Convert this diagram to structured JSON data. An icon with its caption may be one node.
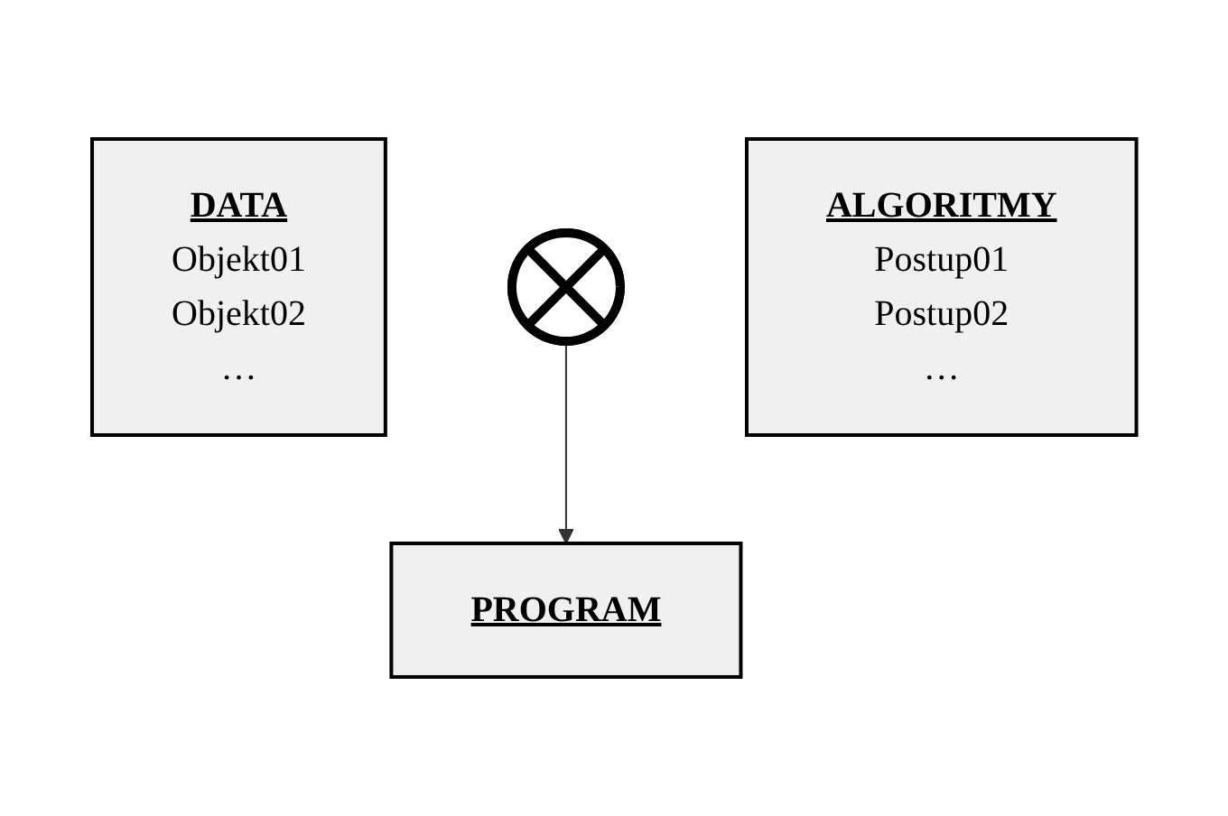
{
  "diagram": {
    "nodes": [
      {
        "text": [
          "DATA",
          "Objekt01",
          "Objekt02",
          "…"
        ]
      },
      {
        "text": [],
        "shape": "plus"
      },
      {
        "text": [
          "ALGORITMY",
          "Postup01",
          "Postup02",
          "…"
        ]
      },
      {
        "text": [
          "PROGRAM"
        ]
      }
    ],
    "edges": [
      {
        "from": 1,
        "to": 3,
        "arrow": "to"
      }
    ]
  }
}
